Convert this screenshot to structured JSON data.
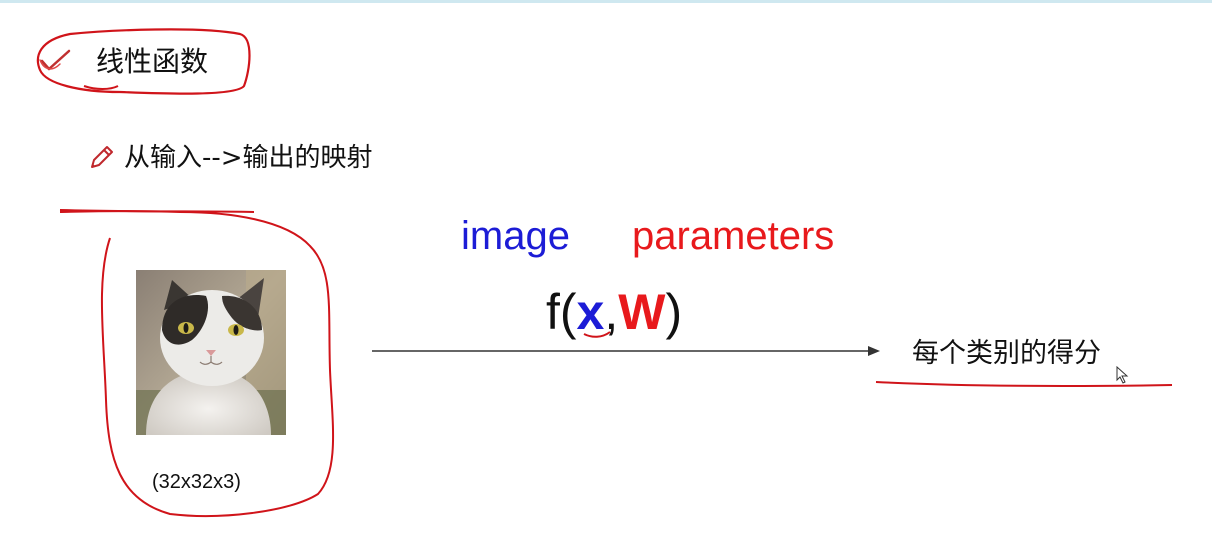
{
  "slide": {
    "title": "线性函数",
    "bullet": "从输入-->输出的映射"
  },
  "diagram": {
    "image_label": "image",
    "parameters_label": "parameters",
    "formula": {
      "prefix": "f(",
      "x": "x",
      "comma": ",",
      "w": "W",
      "suffix": ")"
    },
    "input_dimensions": "(32x32x3)",
    "output_label": "每个类别的得分"
  },
  "icons": {
    "title_marker": "checkmark-icon",
    "bullet_marker": "pencil-icon",
    "pointer": "mouse-cursor-icon"
  },
  "colors": {
    "image_label": "#1c1cd6",
    "parameters_label": "#e8191c",
    "annotation_ink": "#d0141a",
    "arrow": "#333333"
  }
}
